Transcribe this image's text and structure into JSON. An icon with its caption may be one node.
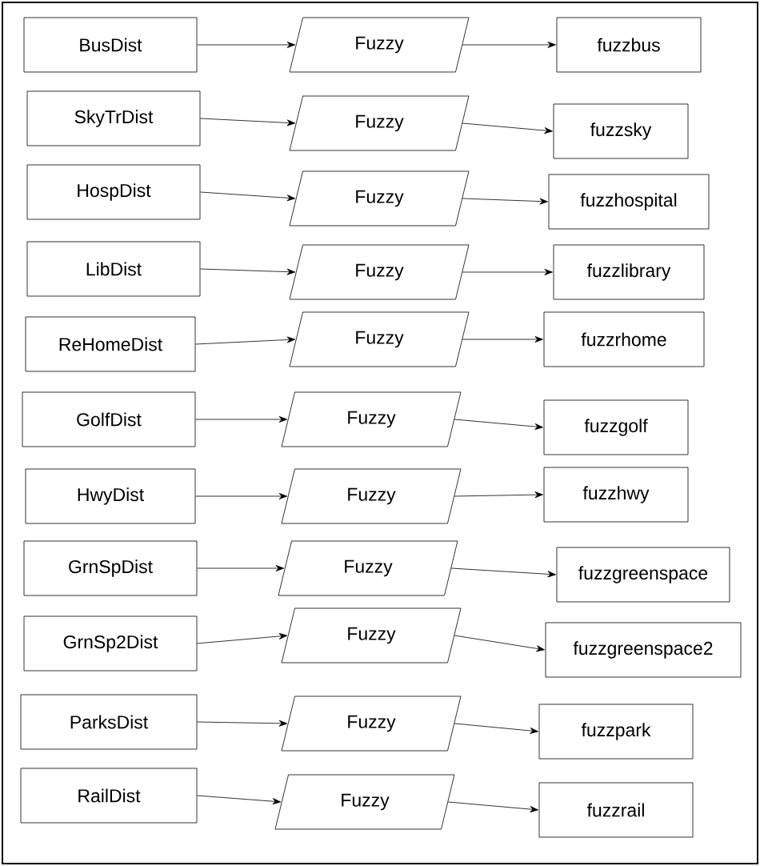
{
  "diagram": {
    "nodes": [
      {
        "text": [
          "BusDist"
        ]
      },
      {
        "text": [
          "Fuzzy"
        ]
      },
      {
        "text": [
          "fuzzbus"
        ]
      },
      {
        "text": [
          "SkyTrDist"
        ]
      },
      {
        "text": [
          "Fuzzy"
        ]
      },
      {
        "text": [
          "fuzzsky"
        ]
      },
      {
        "text": [
          "HospDist"
        ]
      },
      {
        "text": [
          "Fuzzy"
        ]
      },
      {
        "text": [
          "fuzzhospital"
        ]
      },
      {
        "text": [
          "LibDist"
        ]
      },
      {
        "text": [
          "Fuzzy"
        ]
      },
      {
        "text": [
          "fuzzlibrary"
        ]
      },
      {
        "text": [
          "ReHomeDist"
        ]
      },
      {
        "text": [
          "Fuzzy"
        ]
      },
      {
        "text": [
          "fuzzrhome"
        ]
      },
      {
        "text": [
          "GolfDist"
        ]
      },
      {
        "text": [
          "Fuzzy"
        ]
      },
      {
        "text": [
          "fuzzgolf"
        ]
      },
      {
        "text": [
          "HwyDist"
        ]
      },
      {
        "text": [
          "Fuzzy"
        ]
      },
      {
        "text": [
          "fuzzhwy"
        ]
      },
      {
        "text": [
          "GrnSpDist"
        ]
      },
      {
        "text": [
          "Fuzzy"
        ]
      },
      {
        "text": [
          "fuzzgreenspace"
        ]
      },
      {
        "text": [
          "GrnSp2Dist"
        ]
      },
      {
        "text": [
          "Fuzzy"
        ]
      },
      {
        "text": [
          "fuzzgreenspace2"
        ]
      },
      {
        "text": [
          "ParksDist"
        ]
      },
      {
        "text": [
          "Fuzzy"
        ]
      },
      {
        "text": [
          "fuzzpark"
        ]
      },
      {
        "text": [
          "RailDist"
        ]
      },
      {
        "text": [
          "Fuzzy"
        ]
      },
      {
        "text": [
          "fuzzrail"
        ]
      }
    ],
    "edges": [
      {
        "from": 0,
        "to": 1,
        "arrow": "to"
      },
      {
        "from": 1,
        "to": 2,
        "arrow": "to"
      },
      {
        "from": 3,
        "to": 4,
        "arrow": "to"
      },
      {
        "from": 4,
        "to": 5,
        "arrow": "to"
      },
      {
        "from": 6,
        "to": 7,
        "arrow": "to"
      },
      {
        "from": 7,
        "to": 8,
        "arrow": "to"
      },
      {
        "from": 9,
        "to": 10,
        "arrow": "to"
      },
      {
        "from": 10,
        "to": 11,
        "arrow": "to"
      },
      {
        "from": 12,
        "to": 13,
        "arrow": "to"
      },
      {
        "from": 13,
        "to": 14,
        "arrow": "to"
      },
      {
        "from": 15,
        "to": 16,
        "arrow": "to"
      },
      {
        "from": 16,
        "to": 17,
        "arrow": "to"
      },
      {
        "from": 18,
        "to": 19,
        "arrow": "to"
      },
      {
        "from": 19,
        "to": 20,
        "arrow": "to"
      },
      {
        "from": 21,
        "to": 22,
        "arrow": "to"
      },
      {
        "from": 22,
        "to": 23,
        "arrow": "to"
      },
      {
        "from": 24,
        "to": 25,
        "arrow": "to"
      },
      {
        "from": 25,
        "to": 26,
        "arrow": "to"
      },
      {
        "from": 27,
        "to": 28,
        "arrow": "to"
      },
      {
        "from": 28,
        "to": 29,
        "arrow": "to"
      },
      {
        "from": 30,
        "to": 31,
        "arrow": "to"
      },
      {
        "from": 31,
        "to": 32,
        "arrow": "to"
      }
    ]
  }
}
